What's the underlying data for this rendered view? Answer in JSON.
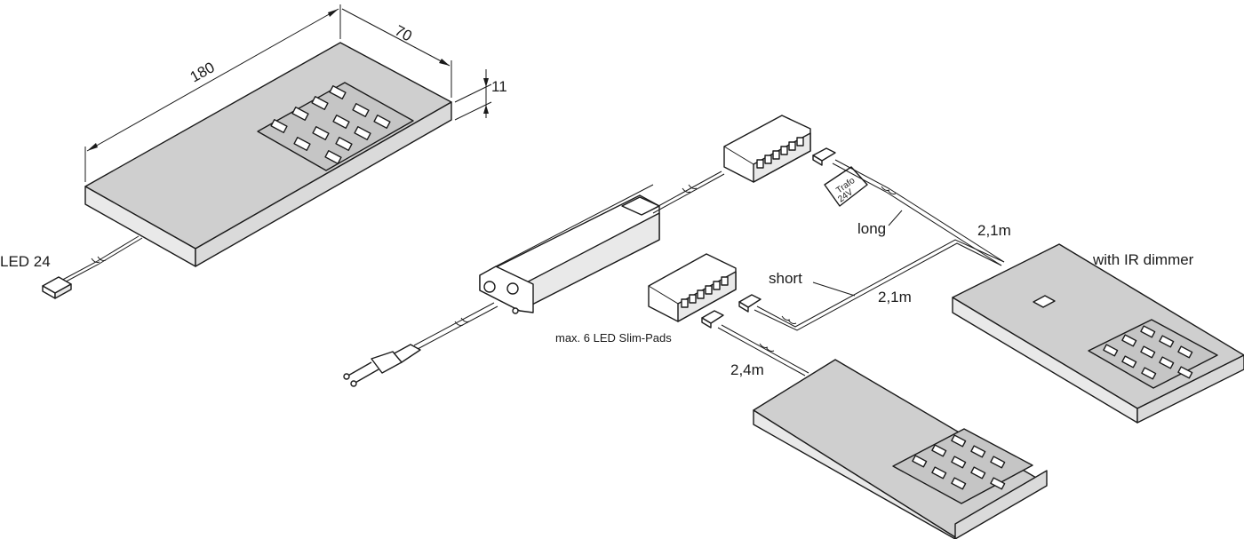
{
  "labels": {
    "led_24": "LED 24",
    "dim_length": "180",
    "dim_width": "70",
    "dim_height": "11",
    "max_pads": "max. 6 LED Slim-Pads",
    "short": "short",
    "long": "long",
    "cable_short": "2,1m",
    "cable_long": "2,1m",
    "cable_bottom": "2,4m",
    "with_ir_dimmer": "with IR dimmer",
    "trafo_1": "Trafo",
    "trafo_2": "24V"
  }
}
